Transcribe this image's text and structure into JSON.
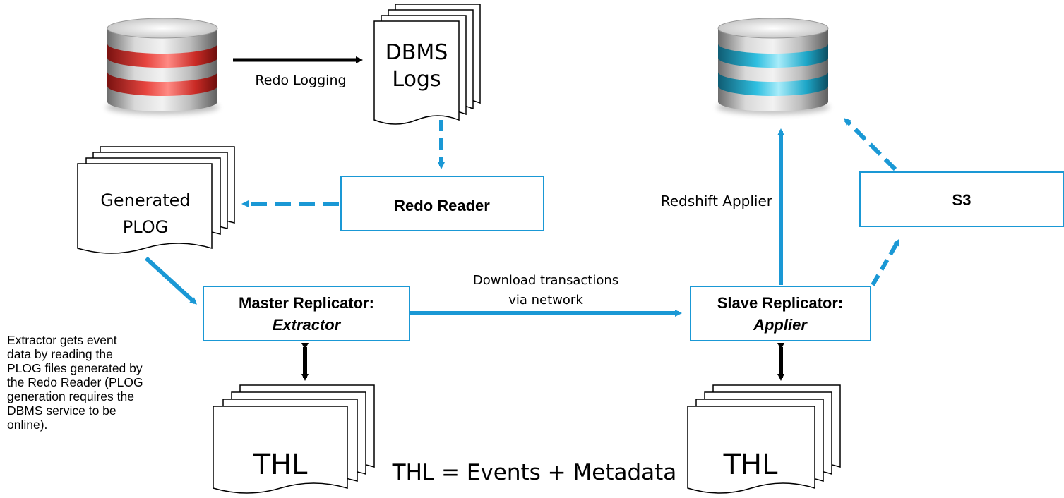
{
  "colors": {
    "accent_blue": "#1a98d5",
    "source_db": "#d23a35",
    "target_db": "#27b6d6",
    "arrow_black": "#000000"
  },
  "source_database": {
    "icon": "database-icon"
  },
  "target_database": {
    "icon": "database-icon"
  },
  "dbms_logs": {
    "line1": "DBMS",
    "line2": "Logs"
  },
  "generated_plog": {
    "line1": "Generated",
    "line2": "PLOG"
  },
  "thl_left": {
    "label": "THL"
  },
  "thl_right": {
    "label": "THL"
  },
  "redo_reader": {
    "label": "Redo Reader"
  },
  "s3": {
    "label": "S3"
  },
  "master_replicator": {
    "line1": "Master Replicator:",
    "line2": "Extractor"
  },
  "slave_replicator": {
    "line1": "Slave Replicator:",
    "line2": "Applier"
  },
  "labels": {
    "redo_logging": "Redo Logging",
    "redshift_applier": "Redshift Applier",
    "download_line1": "Download transactions",
    "download_line2": "via network",
    "thl_equation": "THL = Events + Metadata"
  },
  "note": {
    "lines": [
      "Extractor gets event",
      "data by reading the",
      "PLOG files generated by",
      "the Redo Reader (PLOG",
      "generation requires the",
      "DBMS service to be",
      "online)."
    ]
  }
}
